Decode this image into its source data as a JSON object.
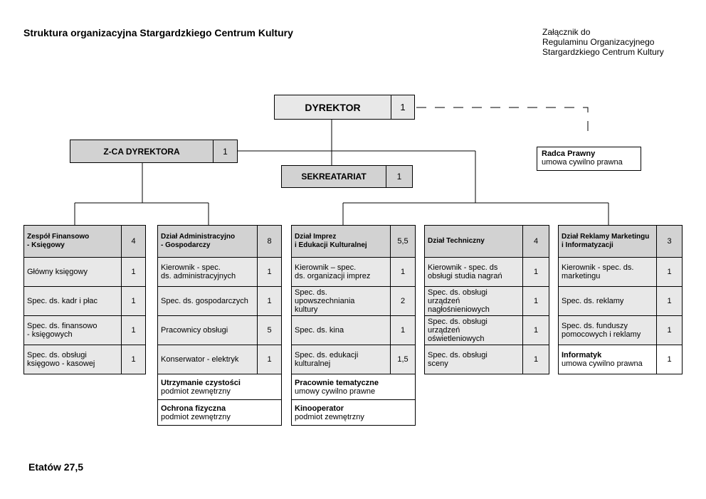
{
  "title": "Struktura organizacyjna Stargardzkiego Centrum Kultury",
  "attachment": [
    "Załącznik do",
    "Regulaminu Organizacyjnego",
    "Stargardzkiego Centrum Kultury"
  ],
  "top": {
    "director": {
      "label": "DYREKTOR",
      "count": "1"
    },
    "deputy": {
      "label": "Z-CA DYREKTORA",
      "count": "1"
    },
    "secretariat": {
      "label": "SEKREATARIAT",
      "count": "1"
    },
    "legal": {
      "title": "Radca Prawny",
      "note": "umowa cywilno prawna"
    }
  },
  "departments": [
    {
      "header": {
        "label": "Zespół Finansowo\n - Księgowy",
        "count": "4"
      },
      "rows": [
        {
          "label": "Główny  księgowy",
          "count": "1"
        },
        {
          "label": "Spec. ds. kadr i płac",
          "count": "1"
        },
        {
          "label": "Spec. ds. finansowo\n- księgowych",
          "count": "1"
        },
        {
          "label": "Spec. ds. obsługi\nksięgowo - kasowej",
          "count": "1"
        }
      ],
      "external": []
    },
    {
      "header": {
        "label": "Dział Administracyjno\n- Gospodarczy",
        "count": "8"
      },
      "rows": [
        {
          "label": "Kierownik - spec.\nds. administracyjnych",
          "count": "1"
        },
        {
          "label": "Spec. ds. gospodarczych",
          "count": "1"
        },
        {
          "label": "Pracownicy obsługi",
          "count": "5"
        },
        {
          "label": "Konserwator - elektryk",
          "count": "1"
        }
      ],
      "external": [
        {
          "title": "Utrzymanie czystości",
          "note": "podmiot zewnętrzny"
        },
        {
          "title": "Ochrona fizyczna",
          "note": "podmiot zewnętrzny"
        }
      ]
    },
    {
      "header": {
        "label": "Dział Imprez\n i Edukacji Kulturalnej",
        "count": "5,5"
      },
      "rows": [
        {
          "label": "Kierownik – spec.\nds. organizacji imprez",
          "count": "1"
        },
        {
          "label": "Spec. ds.\nupowszechniania\nkultury",
          "count": "2"
        },
        {
          "label": "Spec. ds. kina",
          "count": "1"
        },
        {
          "label": "Spec. ds. edukacji\nkulturalnej",
          "count": "1,5"
        }
      ],
      "external": [
        {
          "title": "Pracownie tematyczne",
          "note": "umowy cywilno prawne"
        },
        {
          "title": "Kinooperator",
          "note": "podmiot zewnętrzny"
        }
      ]
    },
    {
      "header": {
        "label": "Dział Techniczny",
        "count": "4"
      },
      "rows": [
        {
          "label": "Kierownik - spec. ds\nobsługi studia nagrań",
          "count": "1"
        },
        {
          "label": "Spec. ds. obsługi\nurządzeń\nnagłośnieniowych",
          "count": "1"
        },
        {
          "label": "Spec. ds. obsługi\nurządzeń\noświetleniowych",
          "count": "1"
        },
        {
          "label": "Spec. ds. obsługi\nsceny",
          "count": "1"
        }
      ],
      "external": []
    },
    {
      "header": {
        "label": "Dział Reklamy Marketingu\ni Informatyzacji",
        "count": "3"
      },
      "rows": [
        {
          "label": "Kierownik - spec. ds.\nmarketingu",
          "count": "1"
        },
        {
          "label": "Spec. ds. reklamy",
          "count": "1"
        },
        {
          "label": "Spec. ds. funduszy\npomocowych i reklamy",
          "count": "1"
        }
      ],
      "external_row": {
        "title": "Informatyk",
        "note": "umowa cywilno prawna",
        "count": "1"
      },
      "external": []
    }
  ],
  "total": "Etatów  27,5"
}
